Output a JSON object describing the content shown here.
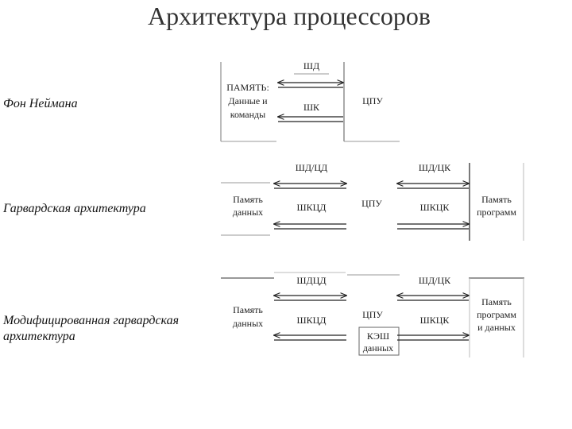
{
  "title": "Архитектура процессоров",
  "rows": [
    {
      "label": "Фон Неймана",
      "memory": [
        "ПАМЯТЬ:",
        "Данные и",
        "команды"
      ],
      "bus_top": "ШД",
      "bus_bottom": "ШК",
      "cpu": "ЦПУ"
    },
    {
      "label": "Гарвардская архитектура",
      "memory_data": [
        "Память",
        "данных"
      ],
      "bus_data": "ШД/ЦД",
      "bus_data_ctrl": "ШКЦД",
      "cpu": "ЦПУ",
      "bus_prog": "ШД/ЦК",
      "bus_prog_ctrl": "ШКЦК",
      "memory_prog": [
        "Память",
        "программ"
      ]
    },
    {
      "label": "Модифицированная гарвардская архитектура",
      "memory_data": [
        "Память",
        "данных"
      ],
      "bus_data": "ШДЦД",
      "bus_data_ctrl": "ШКЦД",
      "cpu": "ЦПУ",
      "cache": [
        "КЭШ",
        "данных"
      ],
      "bus_prog": "ШД/ЦК",
      "bus_prog_ctrl": "ШКЦК",
      "memory_prog": [
        "Память",
        "программ",
        "и данных"
      ]
    }
  ]
}
